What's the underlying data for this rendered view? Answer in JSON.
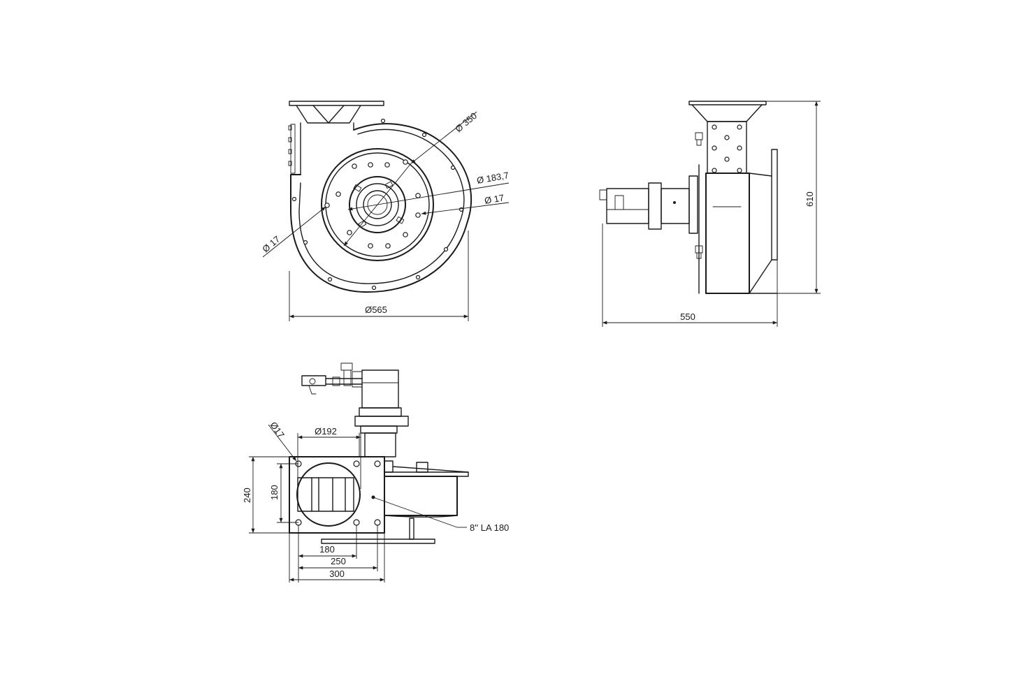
{
  "front_view": {
    "dim_outer_diameter": "Ø565",
    "dim_ring_diameter": "Ø 350",
    "dim_pitch_diameter": "Ø 183,7",
    "dim_hole_right": "Ø 17",
    "dim_hole_left": "Ø 17"
  },
  "side_view": {
    "dim_depth": "550",
    "dim_height": "610"
  },
  "inlet_view": {
    "dim_hole": "Ø17",
    "dim_opening": "Ø192",
    "dim_outer_height": "240",
    "dim_inner_height": "180",
    "dim_width_inner": "180",
    "dim_width_mid": "250",
    "dim_width_outer": "300",
    "motor_label": "8'' LA 180"
  }
}
